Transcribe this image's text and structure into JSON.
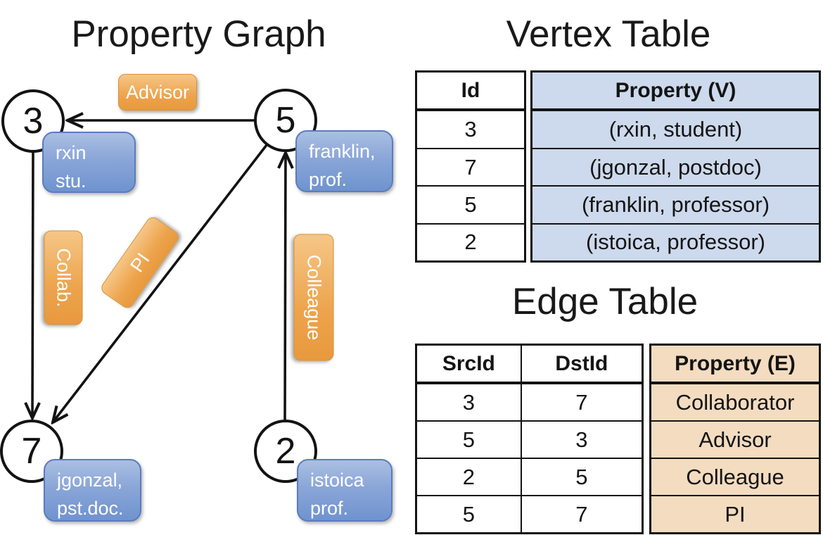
{
  "graph": {
    "title": "Property Graph",
    "vertices": [
      {
        "id": "3",
        "card_line1": "rxin",
        "card_line2": "stu."
      },
      {
        "id": "5",
        "card_line1": "franklin,",
        "card_line2": "prof."
      },
      {
        "id": "7",
        "card_line1": "jgonzal,",
        "card_line2": "pst.doc."
      },
      {
        "id": "2",
        "card_line1": "istoica",
        "card_line2": "prof."
      }
    ],
    "edges": [
      {
        "label": "Advisor",
        "src": "5",
        "dst": "3"
      },
      {
        "label": "Collab.",
        "src": "3",
        "dst": "7"
      },
      {
        "label": "PI",
        "src": "5",
        "dst": "7"
      },
      {
        "label": "Colleague",
        "src": "2",
        "dst": "5"
      }
    ]
  },
  "vertex_table": {
    "title": "Vertex Table",
    "columns": [
      "Id",
      "Property (V)"
    ],
    "rows": [
      [
        "3",
        "(rxin, student)"
      ],
      [
        "7",
        "(jgonzal, postdoc)"
      ],
      [
        "5",
        "(franklin, professor)"
      ],
      [
        "2",
        "(istoica, professor)"
      ]
    ]
  },
  "edge_table": {
    "title": "Edge Table",
    "columns": [
      "SrcId",
      "DstId",
      "Property (E)"
    ],
    "rows": [
      [
        "3",
        "7",
        "Collaborator"
      ],
      [
        "5",
        "3",
        "Advisor"
      ],
      [
        "2",
        "5",
        "Colleague"
      ],
      [
        "5",
        "7",
        "PI"
      ]
    ]
  },
  "colors": {
    "edge_label_orange": "#eda44d",
    "vertex_card_blue": "#7d9bd4",
    "vertex_property_fill": "#cdd9ec",
    "edge_property_fill": "#f3dcc0",
    "line_black": "#131313"
  }
}
